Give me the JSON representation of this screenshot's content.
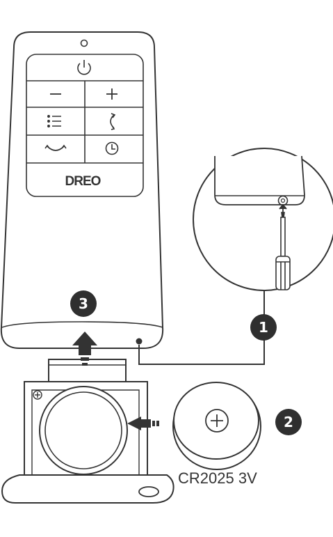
{
  "brand": "DREO",
  "remote_buttons": [
    {
      "id": "power",
      "icon": "power-icon"
    },
    {
      "id": "minus",
      "icon": "minus-icon"
    },
    {
      "id": "plus",
      "icon": "plus-icon"
    },
    {
      "id": "mode",
      "icon": "list-icon"
    },
    {
      "id": "oscillate",
      "icon": "oscillate-icon"
    },
    {
      "id": "swing",
      "icon": "swing-icon"
    },
    {
      "id": "timer",
      "icon": "clock-icon"
    }
  ],
  "steps": [
    "1",
    "2",
    "3"
  ],
  "battery": {
    "label": "CR2025 3V",
    "polarity_icon": "plus-circle-icon"
  },
  "colors": {
    "line": "#333333",
    "badge": "#2f2f2f",
    "background": "#ffffff"
  }
}
